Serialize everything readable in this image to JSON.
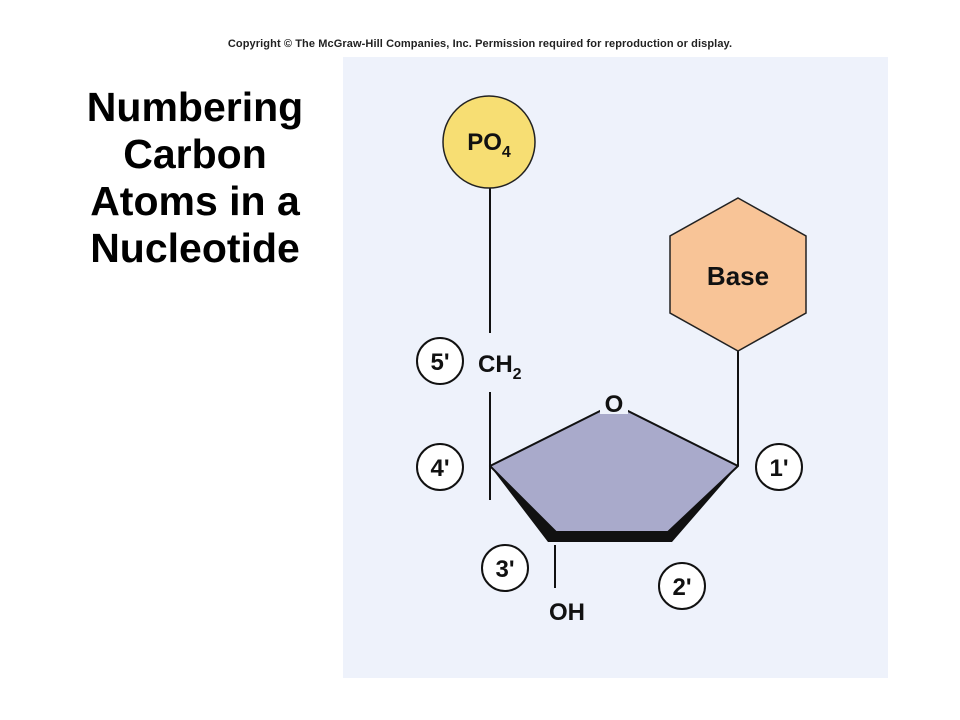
{
  "copyright": "Copyright © The McGraw-Hill Companies, Inc. Permission required for reproduction or display.",
  "title_lines": [
    "Numbering",
    "Carbon",
    "Atoms in a",
    "Nucleotide"
  ],
  "phosphate": {
    "main": "PO",
    "sub": "4",
    "color": "#f7de73"
  },
  "base": {
    "label": "Base",
    "color": "#f8c497"
  },
  "ring": {
    "oxygen": "O",
    "color": "#a9aacb"
  },
  "ch2": {
    "main": "CH",
    "sub": "2"
  },
  "hydroxyl": "OH",
  "carbon_labels": {
    "c5": "5'",
    "c4": "4'",
    "c3": "3'",
    "c2": "2'",
    "c1": "1'"
  }
}
